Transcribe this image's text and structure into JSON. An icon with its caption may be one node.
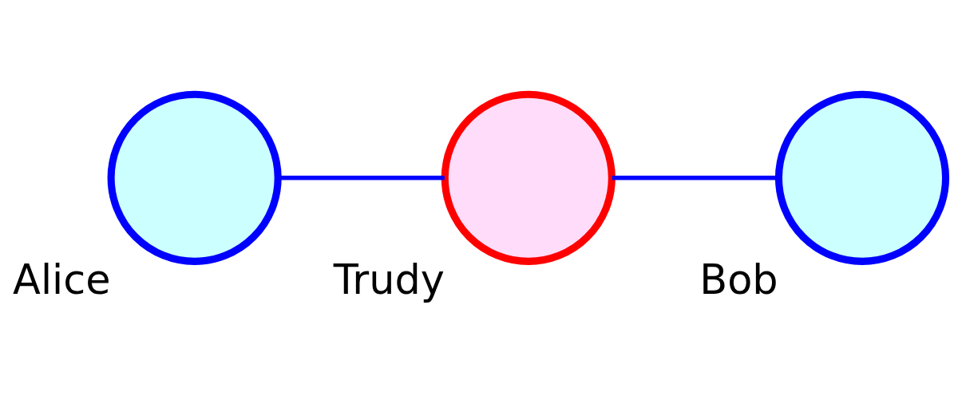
{
  "diagram": {
    "nodes": [
      {
        "text": [
          "Alice"
        ]
      },
      {
        "text": [
          "Trudy"
        ]
      },
      {
        "text": [
          "Bob"
        ]
      }
    ],
    "edges": [
      {
        "from": 0,
        "to": 1,
        "arrow": "none"
      },
      {
        "from": 1,
        "to": 2,
        "arrow": "none"
      }
    ]
  }
}
